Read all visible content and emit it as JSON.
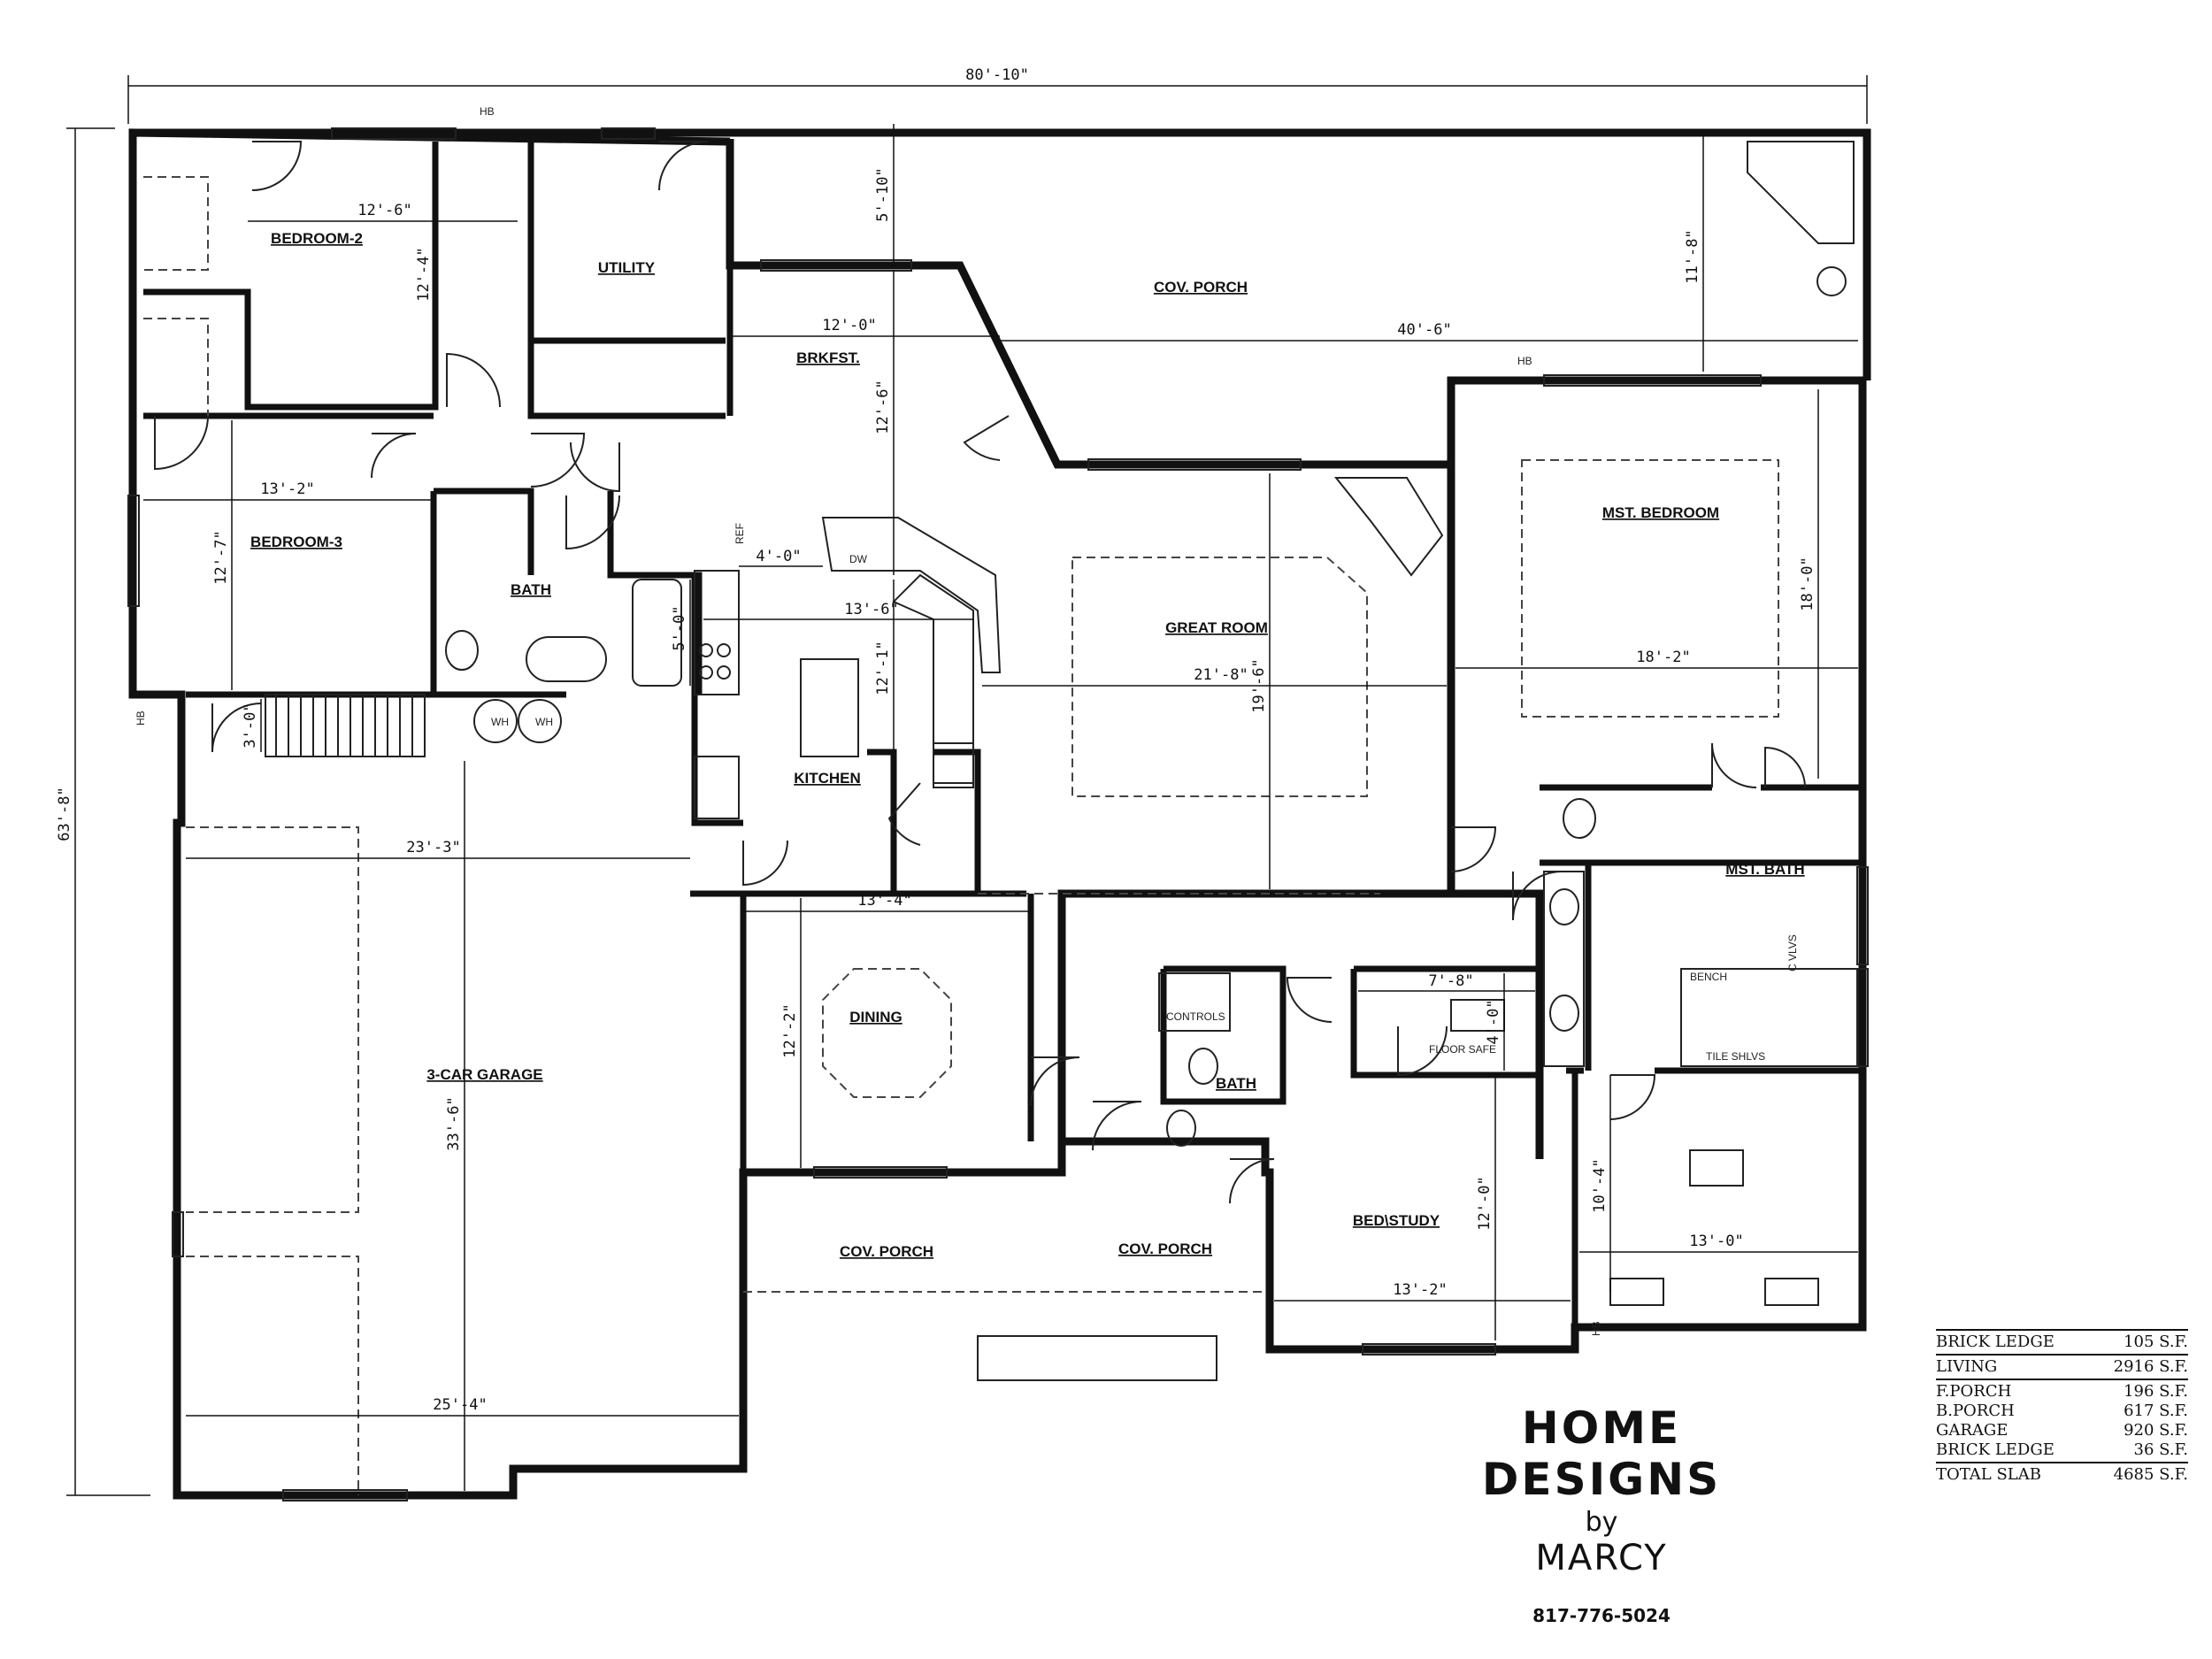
{
  "overall": {
    "width": "80'-10\"",
    "depth": "63'-8\""
  },
  "rooms": {
    "bedroom2": "BEDROOM-2",
    "utility": "UTILITY",
    "brkfst": "BRKFST.",
    "cov_porch_rear": "COV. PORCH",
    "bedroom3": "BEDROOM-3",
    "bath_hall": "BATH",
    "mst_bedroom": "MST. BEDROOM",
    "great_room": "GREAT ROOM",
    "kitchen": "KITCHEN",
    "mst_bath": "MST. BATH",
    "garage": "3-CAR GARAGE",
    "dining": "DINING",
    "bath2": "BATH",
    "bed_study": "BED\\STUDY",
    "cov_porch_front1": "COV.  PORCH",
    "cov_porch_front2": "COV.  PORCH"
  },
  "dims": {
    "bedroom2_w": "12'-6\"",
    "bedroom2_h": "12'-4\"",
    "rear_porch_top": "5'-10\"",
    "brkfst_w": "12'-0\"",
    "brkfst_h": "12'-6\"",
    "porch_w": "40'-6\"",
    "porch_h": "11'-8\"",
    "bedroom3_w": "13'-2\"",
    "bedroom3_h": "12'-7\"",
    "island_off": "4'-0\"",
    "kitchen_w": "13'-6\"",
    "kitchen_h": "12'-1\"",
    "bath_h": "5'-0\"",
    "great_w": "21'-8\"",
    "great_h": "19'-6\"",
    "mst_w": "18'-2\"",
    "mst_h": "18'-0\"",
    "stair_h": "3'-0\"",
    "garage_w": "23'-3\"",
    "garage_w2": "25'-4\"",
    "garage_h": "33'-6\"",
    "dining_w": "13'-4\"",
    "dining_h": "12'-2\"",
    "closet_w": "7'-8\"",
    "closet_h": "4'-0\"",
    "study_w": "13'-2\"",
    "study_h": "12'-0\"",
    "wic_w": "13'-0\"",
    "wic_h": "10'-4\""
  },
  "fixtures": {
    "ref": "REF",
    "dw": "DW",
    "wh1": "WH",
    "wh2": "WH",
    "hb1": "HB",
    "hb2": "HB",
    "hb3": "HB",
    "hb4": "HB",
    "controls": "CONTROLS",
    "floor_safe": "FLOOR SAFE",
    "bench": "BENCH",
    "tile_shlvs": "TILE SHLVS",
    "c_vlvs": "C VLVS"
  },
  "brand": {
    "name": "HOME DESIGNS",
    "by": "by",
    "designer": "MARCY",
    "phone": "817-776-5024"
  },
  "areas": [
    {
      "label": "BRICK LEDGE",
      "value": "105",
      "unit": "S.F."
    },
    {
      "label": "LIVING",
      "value": "2916",
      "unit": "S.F."
    },
    {
      "label": "F.PORCH",
      "value": "196",
      "unit": "S.F."
    },
    {
      "label": "B.PORCH",
      "value": "617",
      "unit": "S.F."
    },
    {
      "label": "GARAGE",
      "value": "920",
      "unit": "S.F."
    },
    {
      "label": "BRICK LEDGE",
      "value": "36",
      "unit": "S.F."
    },
    {
      "label": "TOTAL SLAB",
      "value": "4685",
      "unit": "S.F."
    }
  ]
}
